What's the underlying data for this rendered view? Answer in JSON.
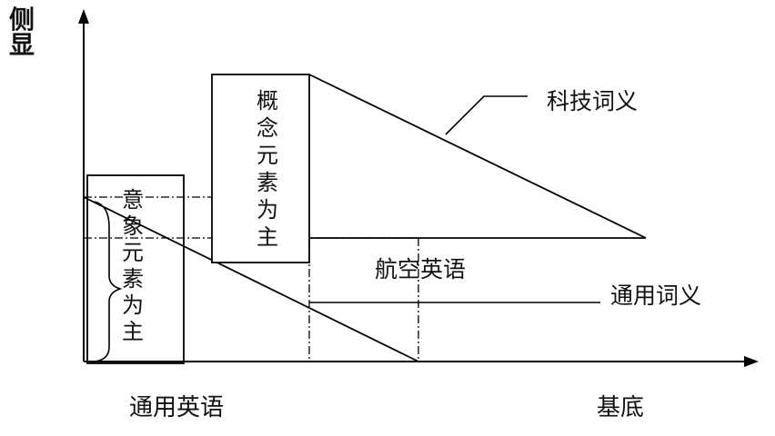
{
  "axes": {
    "y_label": [
      "侧",
      "显"
    ],
    "x_left_label": "通用英语",
    "x_right_label": "基底"
  },
  "boxes": {
    "imagery": [
      "意",
      "象",
      "元",
      "素",
      "为",
      "主"
    ],
    "concept": [
      "概",
      "念",
      "元",
      "素",
      "为",
      "主"
    ]
  },
  "labels": {
    "sci_tech_meaning": "科技词义",
    "aviation_english": "航空英语",
    "general_meaning": "通用词义"
  }
}
